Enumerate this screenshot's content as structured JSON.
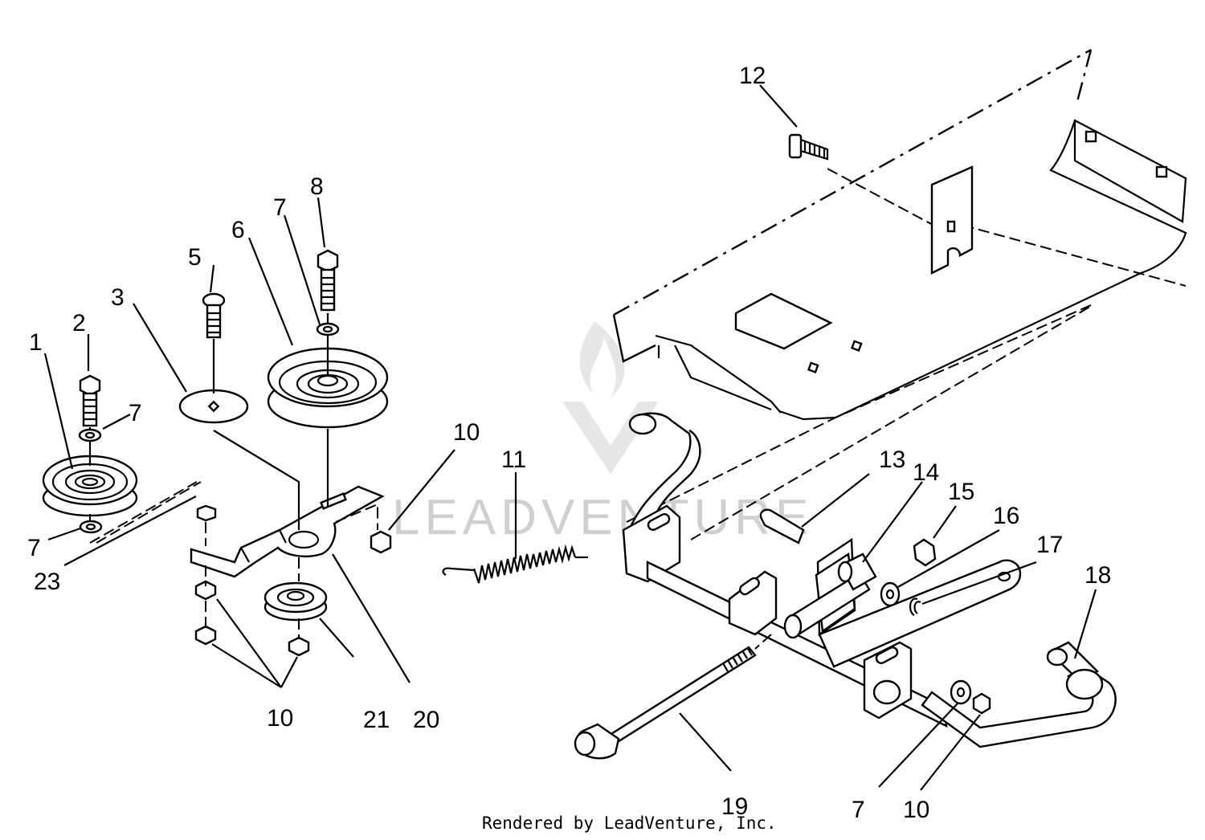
{
  "watermark": {
    "text": "LEADVENTURE"
  },
  "footer": {
    "credit": "Rendered by LeadVenture, Inc."
  },
  "callouts": {
    "c1": "1",
    "c2": "2",
    "c3": "3",
    "c5": "5",
    "c6": "6",
    "c7a": "7",
    "c8": "8",
    "c7b": "7",
    "c7c": "7",
    "c23": "23",
    "c10a": "10",
    "c10b": "10",
    "c21": "21",
    "c20": "20",
    "c11": "11",
    "c12": "12",
    "c13": "13",
    "c14": "14",
    "c15": "15",
    "c16": "16",
    "c17": "17",
    "c18": "18",
    "c19": "19",
    "c7d": "7",
    "c10c": "10"
  }
}
